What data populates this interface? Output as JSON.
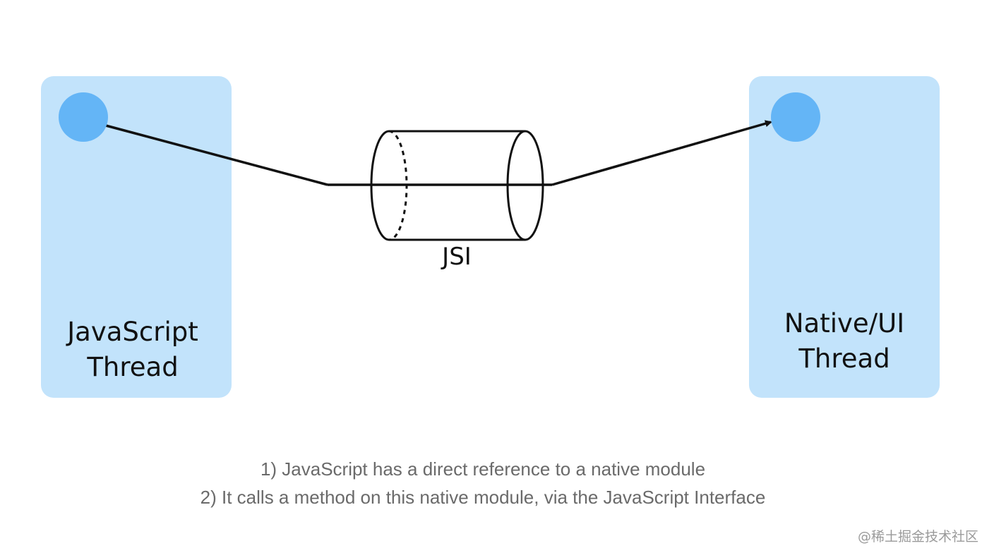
{
  "panels": {
    "javascript": {
      "label_lines": [
        "JavaScript",
        "Thread"
      ]
    },
    "native": {
      "label_lines": [
        "Native/UI",
        "Thread"
      ]
    }
  },
  "bridge": {
    "label": "JSI"
  },
  "captions": [
    "1) JavaScript has a direct reference to a native module",
    "2) It calls a method on this native module, via the JavaScript Interface"
  ],
  "watermark": "@稀土掘金技术社区",
  "colors": {
    "panel_fill": "#c2e3fb",
    "dot_fill": "#64b5f6",
    "line": "#111111",
    "caption_text": "#6a6a6a"
  }
}
